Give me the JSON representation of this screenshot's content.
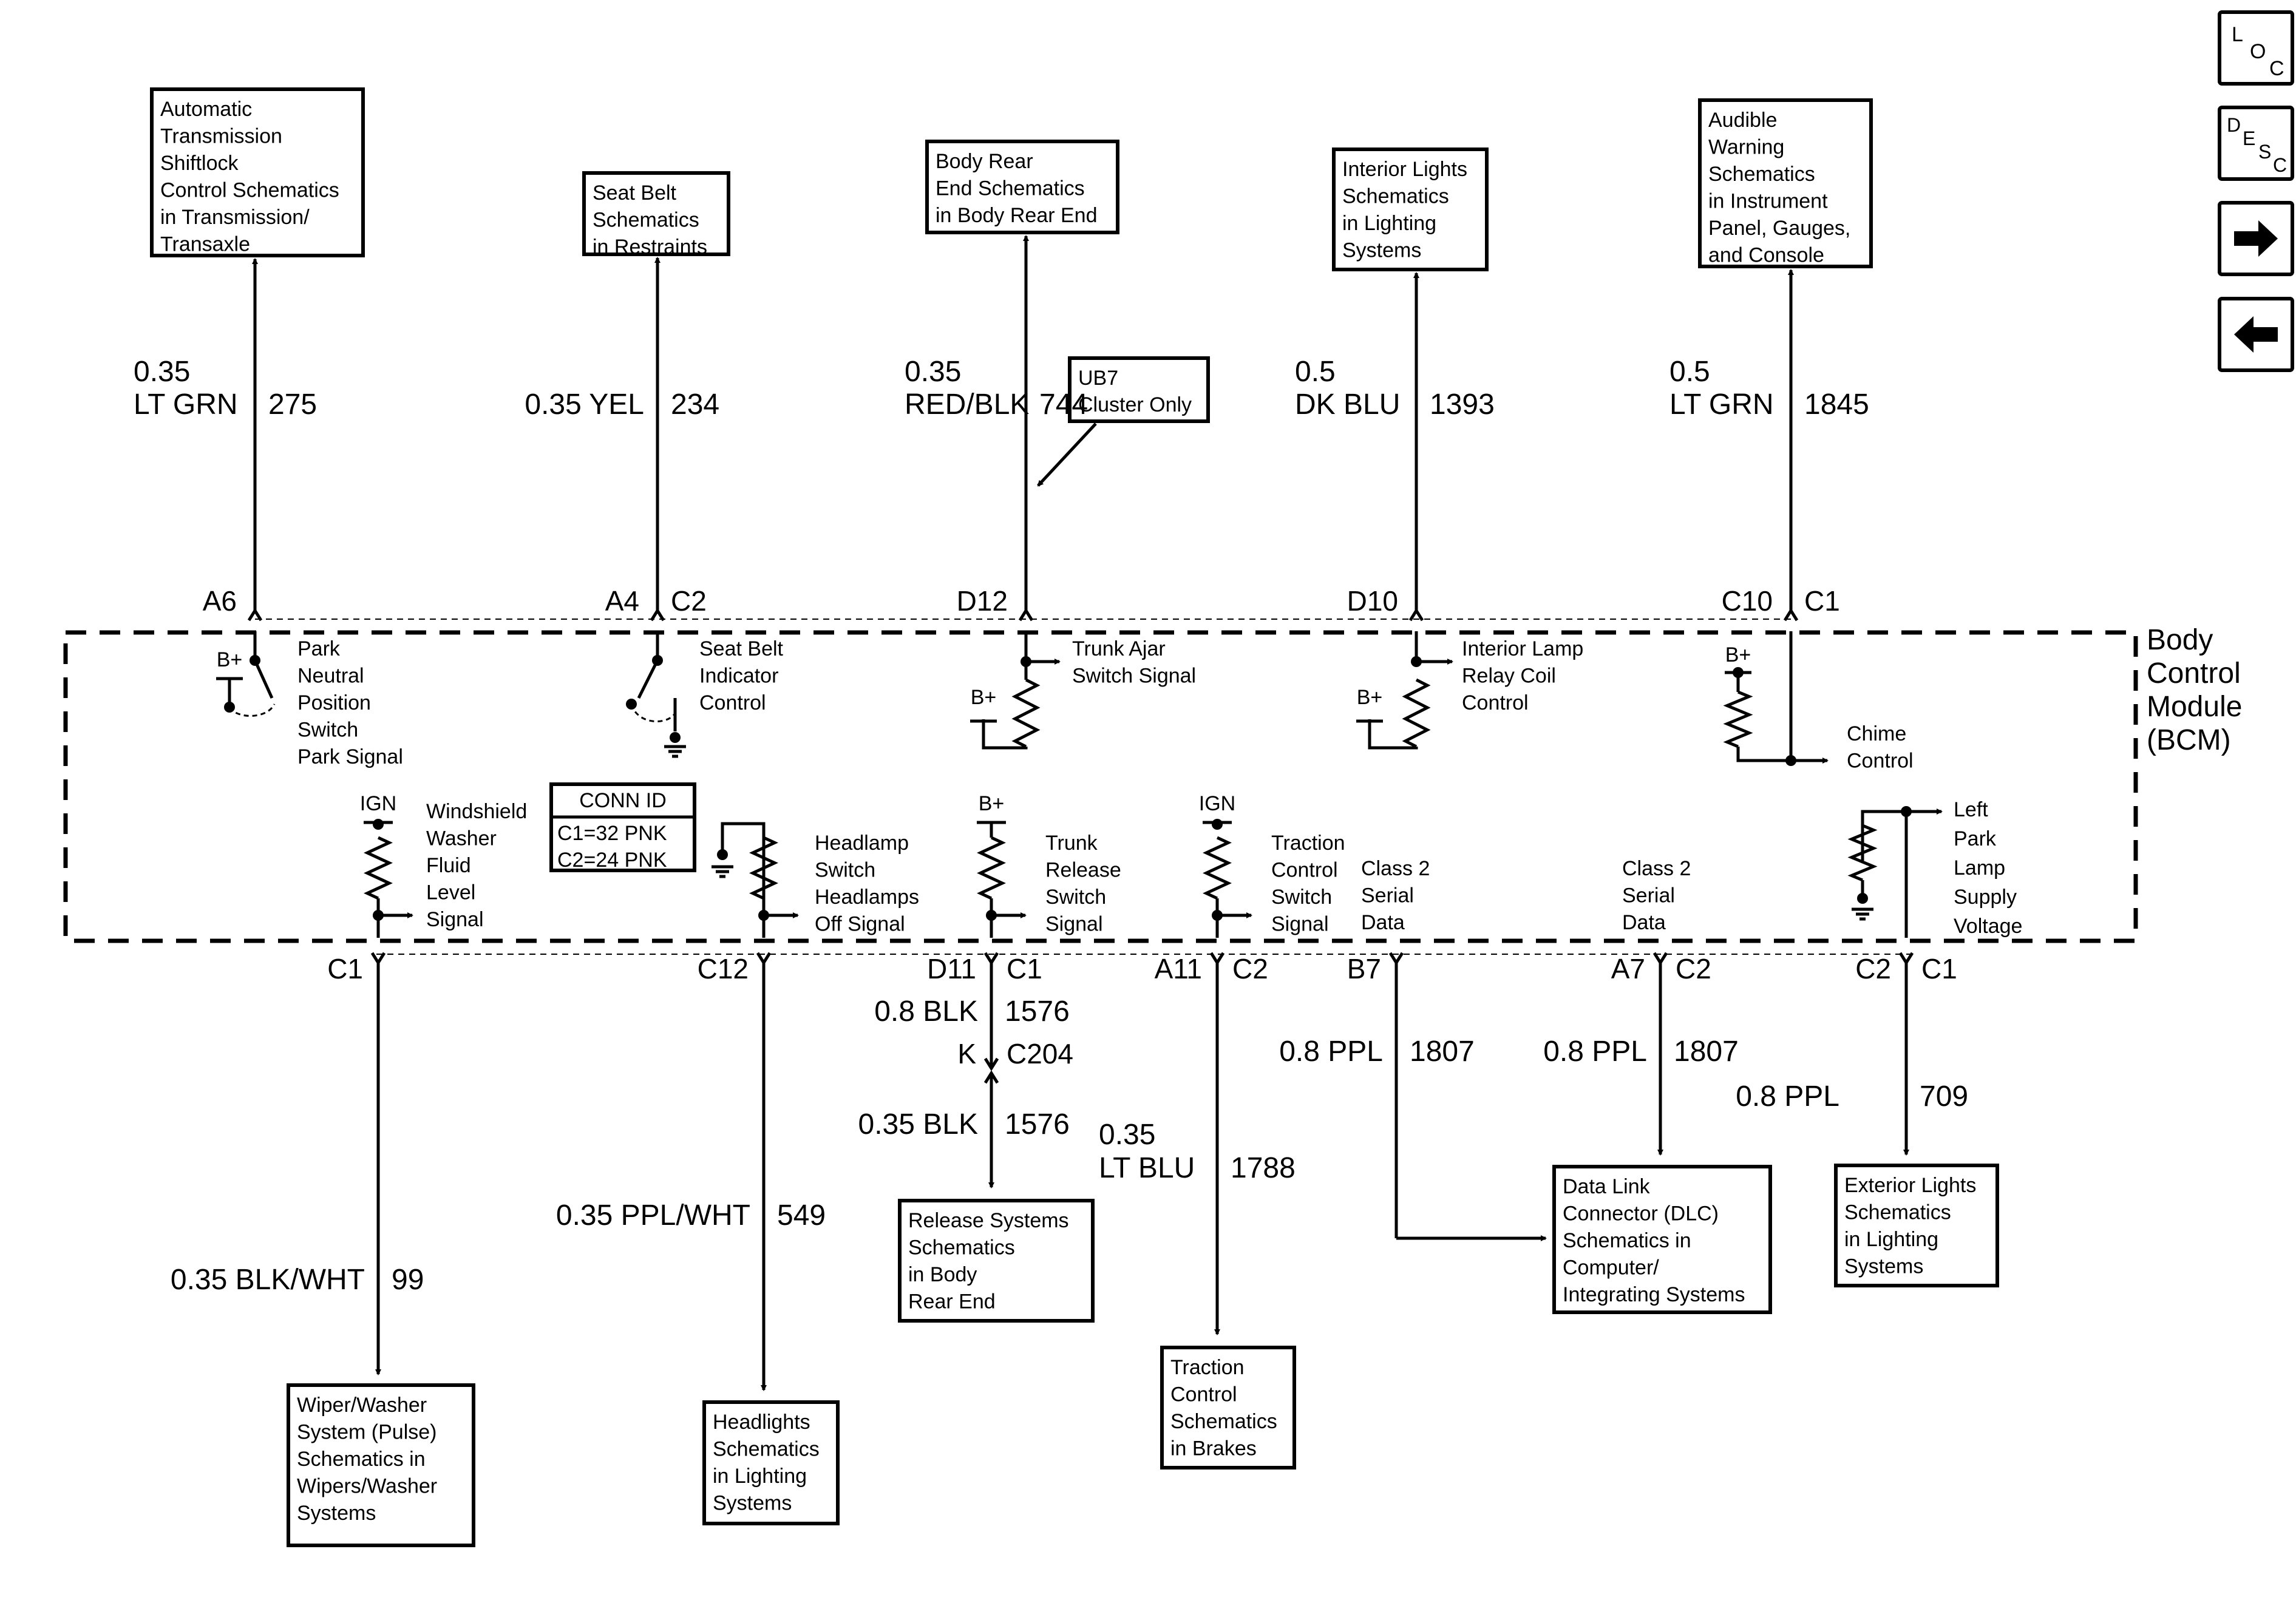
{
  "module": {
    "lines": [
      "Body",
      "Control",
      "Module",
      "(BCM)"
    ]
  },
  "conn_id": {
    "title": "CONN ID",
    "lines": [
      "C1=32 PNK",
      "C2=24 PNK"
    ]
  },
  "nav": [
    {
      "name": "loc-icon",
      "label": "L O C"
    },
    {
      "name": "desc-icon",
      "label": "D E S C"
    },
    {
      "name": "next-page-icon",
      "label": "→"
    },
    {
      "name": "previous-page-icon",
      "label": "←"
    }
  ],
  "circuits_top": [
    {
      "id": "shiftlock",
      "pin": "A6",
      "conn": "",
      "wire_gauge": "0.35",
      "wire_color": "LT GRN",
      "circuit": "275",
      "dest": [
        "Automatic",
        "Transmission",
        "Shiftlock",
        "Control Schematics",
        "in Transmission/",
        "Transaxle"
      ],
      "internal": [
        "Park",
        "Neutral",
        "Position",
        "Switch",
        "Park Signal"
      ],
      "supply": "B+"
    },
    {
      "id": "seatbelt",
      "pin": "A4",
      "conn": "C2",
      "wire_gauge": "0.35 YEL",
      "wire_color": "",
      "circuit": "234",
      "dest": [
        "Seat Belt",
        "Schematics",
        "in Restraints"
      ],
      "internal": [
        "Seat Belt",
        "Indicator",
        "Control"
      ]
    },
    {
      "id": "trunk-ajar",
      "pin": "D12",
      "conn": "",
      "wire_gauge": "0.35",
      "wire_color": "RED/BLK",
      "circuit": "744",
      "dest": [
        "Body Rear",
        "End Schematics",
        "in Body Rear End"
      ],
      "internal": [
        "Trunk Ajar",
        "Switch Signal"
      ],
      "supply": "B+",
      "note": [
        "UB7",
        "Cluster Only"
      ]
    },
    {
      "id": "interior-lamp",
      "pin": "D10",
      "conn": "",
      "wire_gauge": "0.5",
      "wire_color": "DK BLU",
      "circuit": "1393",
      "dest": [
        "Interior Lights",
        "Schematics",
        "in Lighting",
        "Systems"
      ],
      "internal": [
        "Interior Lamp",
        "Relay Coil",
        "Control"
      ],
      "supply": "B+"
    },
    {
      "id": "chime",
      "pin": "C10",
      "conn": "C1",
      "wire_gauge": "0.5",
      "wire_color": "LT GRN",
      "circuit": "1845",
      "dest": [
        "Audible",
        "Warning",
        "Schematics",
        "in Instrument",
        "Panel, Gauges,",
        "and Console"
      ],
      "internal": [
        "Chime",
        "Control"
      ],
      "supply": "B+"
    }
  ],
  "circuits_bottom": [
    {
      "id": "washer",
      "pin": "",
      "conn": "C1",
      "wire_gauge": "0.35 BLK/WHT",
      "wire_color": "",
      "circuit": "99",
      "dest": [
        "Wiper/Washer",
        "System (Pulse)",
        "Schematics in",
        "Wipers/Washer",
        "Systems"
      ],
      "internal": [
        "Windshield",
        "Washer",
        "Fluid",
        "Level",
        "Signal"
      ],
      "supply": "IGN"
    },
    {
      "id": "headlamp",
      "pin": "",
      "conn": "C12",
      "wire_gauge": "0.35 PPL/WHT",
      "wire_color": "",
      "circuit": "549",
      "dest": [
        "Headlights",
        "Schematics",
        "in Lighting",
        "Systems"
      ],
      "internal": [
        "Headlamp",
        "Switch",
        "Headlamps",
        "Off Signal"
      ]
    },
    {
      "id": "trunk-release",
      "pin": "D11",
      "conn": "C1",
      "wire_gauge": "0.8 BLK",
      "wire_color": "",
      "circuit": "1576",
      "inline_pin": "K",
      "inline_conn": "C204",
      "wire2_gauge": "0.35 BLK",
      "circuit2": "1576",
      "dest": [
        "Release Systems",
        "Schematics",
        "in Body",
        "Rear End"
      ],
      "internal": [
        "Trunk",
        "Release",
        "Switch",
        "Signal"
      ],
      "supply": "B+"
    },
    {
      "id": "traction",
      "pin": "A11",
      "conn": "C2",
      "wire_gauge": "0.35",
      "wire_color": "LT BLU",
      "circuit": "1788",
      "dest": [
        "Traction",
        "Control",
        "Schematics",
        "in Brakes"
      ],
      "internal": [
        "Traction",
        "Control",
        "Switch",
        "Signal"
      ],
      "supply": "IGN"
    },
    {
      "id": "class2-b7",
      "pin": "B7",
      "conn": "",
      "wire_gauge": "0.8 PPL",
      "wire_color": "",
      "circuit": "1807",
      "internal": [
        "Class 2",
        "Serial",
        "Data"
      ]
    },
    {
      "id": "class2-a7",
      "pin": "A7",
      "conn": "C2",
      "wire_gauge": "0.8 PPL",
      "wire_color": "",
      "circuit": "1807",
      "dest": [
        "Data Link",
        "Connector (DLC)",
        "Schematics in",
        "Computer/",
        "Integrating Systems"
      ],
      "internal": [
        "Class 2",
        "Serial",
        "Data"
      ]
    },
    {
      "id": "park-lamp",
      "pin": "C2",
      "conn": "C1",
      "wire_gauge": "0.8 PPL",
      "wire_color": "",
      "circuit": "709",
      "dest": [
        "Exterior Lights",
        "Schematics",
        "in Lighting",
        "Systems"
      ],
      "internal": [
        "Left",
        "Park",
        "Lamp",
        "Supply",
        "Voltage"
      ]
    }
  ]
}
